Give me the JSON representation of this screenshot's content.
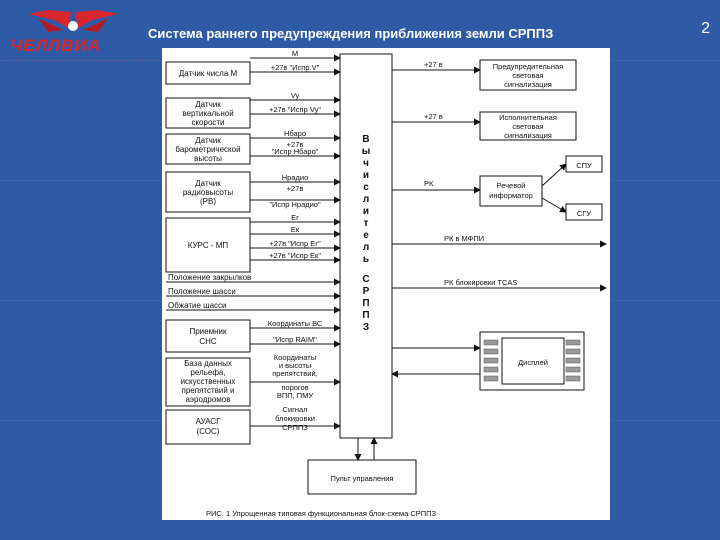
{
  "slide": {
    "title": "Система раннего предупреждения приближения земли СРППЗ",
    "number": "2",
    "logo_text": "ЧЕЛЛВИА"
  },
  "colors": {
    "background": "#2f5aa6",
    "logo_red": "#d7262e",
    "diagram_bg": "#ffffff"
  },
  "diagram": {
    "computer_label": "Вычислитель СРППЗ",
    "computer_letters": [
      "В",
      "ы",
      "ч",
      "и",
      "с",
      "л",
      "и",
      "т",
      "е",
      "л",
      "ь",
      "",
      "С",
      "Р",
      "П",
      "П",
      "З"
    ],
    "left_blocks": [
      {
        "id": "sensor-m",
        "lines": [
          "Датчик числа М"
        ]
      },
      {
        "id": "sensor-vy",
        "lines": [
          "Датчик",
          "вертикальной",
          "скорости"
        ]
      },
      {
        "id": "sensor-hbar",
        "lines": [
          "Датчик",
          "барометрической",
          "высоты"
        ]
      },
      {
        "id": "sensor-rv",
        "lines": [
          "Датчик",
          "радиовысоты",
          "(РВ)"
        ]
      },
      {
        "id": "kurs-mp",
        "lines": [
          "КУРС - МП"
        ]
      },
      {
        "id": "receiver-sns",
        "lines": [
          "Приемник",
          "СНС"
        ]
      },
      {
        "id": "database",
        "lines": [
          "База данных",
          "рельефа,",
          "искусственных",
          "препятствий и",
          "аэродромов"
        ]
      },
      {
        "id": "ausos",
        "lines": [
          "АУАСГ",
          "(СОС)"
        ]
      }
    ],
    "signal_labels": {
      "m": "М",
      "m_valid": "+27в \"Испр.V\"",
      "vy": "Vy",
      "vy_valid": "+27в \"Испр Vy\"",
      "hbar": "Нбаро",
      "hbar_valid_1": "+27в",
      "hbar_valid_2": "\"Испр Нбаро\"",
      "hradio": "Нрадио",
      "hradio_valid_1": "+27в",
      "hradio_valid_2": "\"Испр Нрадио\"",
      "eg": "Ег",
      "ek": "Ек",
      "eg_valid": "+27в \"Испр Ег\"",
      "ek_valid": "+27в \"Испр Ек\"",
      "flaps": "Положение закрылков",
      "gear": "Положение шасси",
      "gear_compress": "Обжатие шасси",
      "coords": "Координаты ВС",
      "raim": "\"Испр RAIM\"",
      "terrain_1": "Координаты",
      "terrain_2": "и высоты",
      "terrain_3": "препятствий,",
      "terrain_4": "порогов",
      "terrain_5": "ВПП, ПМУ",
      "block_1": "Сигнал",
      "block_2": "блокировки",
      "block_3": "СРППЗ"
    },
    "right_blocks": [
      {
        "id": "warning-light",
        "lines": [
          "Предупредительная",
          "световая",
          "сигнализация"
        ],
        "arrow": "+27 в"
      },
      {
        "id": "execute-light",
        "lines": [
          "Исполнительная",
          "световая",
          "сигнализация"
        ],
        "arrow": "+27 в"
      },
      {
        "id": "voice",
        "lines": [
          "Речевой",
          "информатор"
        ],
        "arrow": "РК"
      }
    ],
    "spu_label": "СПУ",
    "sgu_label": "СГУ",
    "rk_mfpi": "РК в МФПИ",
    "rk_tcas": "РК блокировки TCAS",
    "display_label": "Дисплей",
    "control_panel": "Пульт управления",
    "caption": "РИС. 1   Упрощенная типовая функциональная блок-схема СРППЗ"
  }
}
